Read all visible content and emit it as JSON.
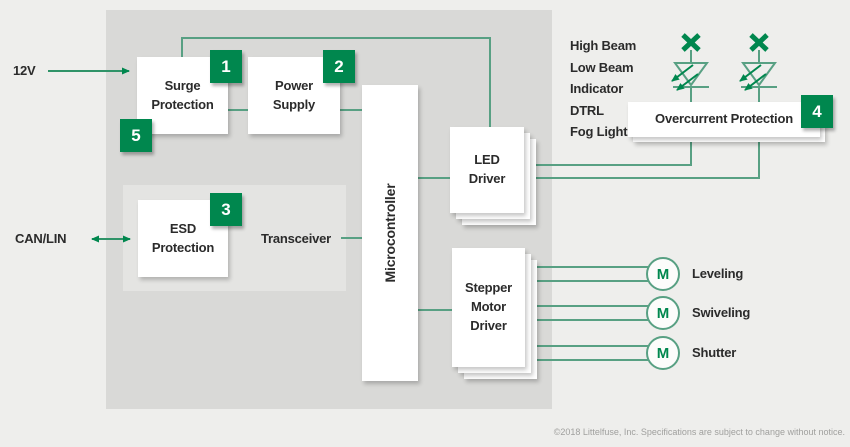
{
  "colors": {
    "brand_green": "#00874e",
    "wire_green": "#58a083"
  },
  "inputs": {
    "supply": "12V",
    "bus": "CAN/LIN"
  },
  "blocks": {
    "surge": {
      "label": "Surge\nProtection",
      "badge": "1",
      "badge_secondary": "5"
    },
    "power": {
      "label": "Power\nSupply",
      "badge": "2"
    },
    "esd": {
      "label": "ESD\nProtection",
      "badge": "3"
    },
    "transceiver": {
      "label": "Transceiver"
    },
    "mcu": {
      "label": "Microcontroller"
    },
    "led_driver": {
      "label": "LED\nDriver"
    },
    "stepper": {
      "label": "Stepper\nMotor\nDriver"
    },
    "ocp": {
      "label": "Overcurrent Protection",
      "badge": "4"
    }
  },
  "lamps": {
    "items": [
      "High Beam",
      "Low Beam",
      "Indicator",
      "DTRL",
      "Fog Light"
    ]
  },
  "motors": {
    "symbol": "M",
    "items": [
      {
        "label": "Leveling"
      },
      {
        "label": "Swiveling"
      },
      {
        "label": "Shutter"
      }
    ]
  },
  "footer": {
    "copyright": "©2018 Littelfuse, Inc. Specifications are subject to change without notice."
  }
}
